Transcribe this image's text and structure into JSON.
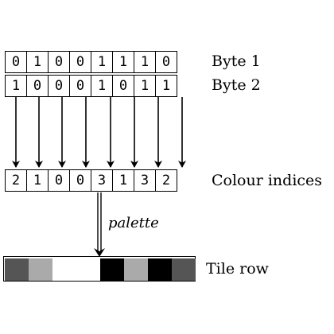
{
  "byte1": {
    "bits": [
      "0",
      "1",
      "0",
      "0",
      "1",
      "1",
      "1",
      "0"
    ],
    "label": "Byte 1"
  },
  "byte2": {
    "bits": [
      "1",
      "0",
      "0",
      "0",
      "1",
      "0",
      "1",
      "1"
    ],
    "label": "Byte 2"
  },
  "colour_indices": {
    "values": [
      "2",
      "1",
      "0",
      "0",
      "3",
      "1",
      "3",
      "2"
    ],
    "label": "Colour indices"
  },
  "palette_label": "palette",
  "tile_row": {
    "label": "Tile row",
    "pixels": [
      {
        "index": 2,
        "color": "#555555"
      },
      {
        "index": 1,
        "color": "#aaaaaa"
      },
      {
        "index": 0,
        "color": "#ffffff"
      },
      {
        "index": 0,
        "color": "#ffffff"
      },
      {
        "index": 3,
        "color": "#000000"
      },
      {
        "index": 1,
        "color": "#aaaaaa"
      },
      {
        "index": 3,
        "color": "#000000"
      },
      {
        "index": 2,
        "color": "#555555"
      }
    ]
  }
}
